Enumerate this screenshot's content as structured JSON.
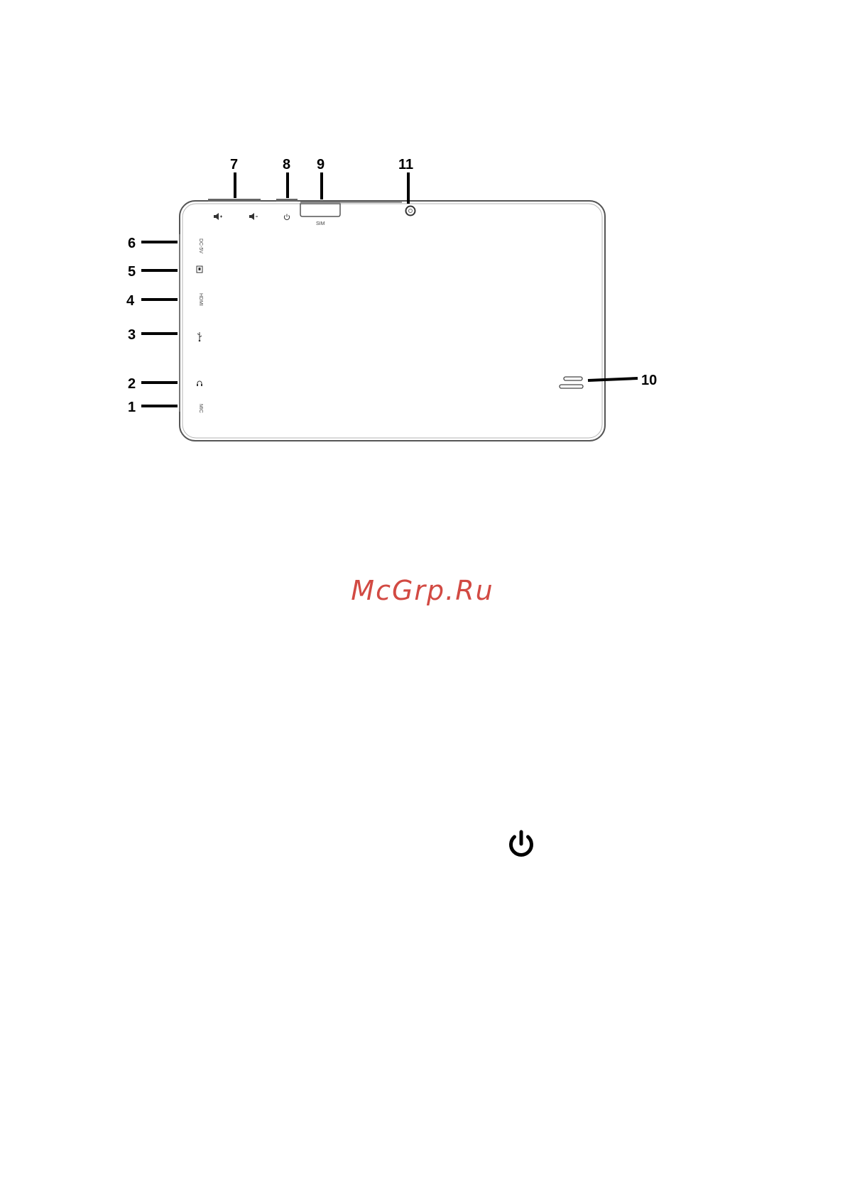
{
  "callouts": {
    "c1": "1",
    "c2": "2",
    "c3": "3",
    "c4": "4",
    "c5": "5",
    "c6": "6",
    "c7": "7",
    "c8": "8",
    "c9": "9",
    "c10": "10",
    "c11": "11"
  },
  "device_labels": {
    "sim": "SIM",
    "dc": "DC-5V",
    "hdmi": "HDMI",
    "mic": "MIC"
  },
  "icons": {
    "volume_up": "volume-up-icon",
    "volume_down": "volume-down-icon",
    "power_small": "power-icon",
    "card_slot": "card-slot-icon",
    "usb": "usb-icon",
    "headphone": "headphone-icon",
    "camera": "camera-icon",
    "speaker": "speaker-grille",
    "power_large": "power-icon"
  },
  "watermark": {
    "text": "McGrp.Ru",
    "color": "#d24a43"
  }
}
